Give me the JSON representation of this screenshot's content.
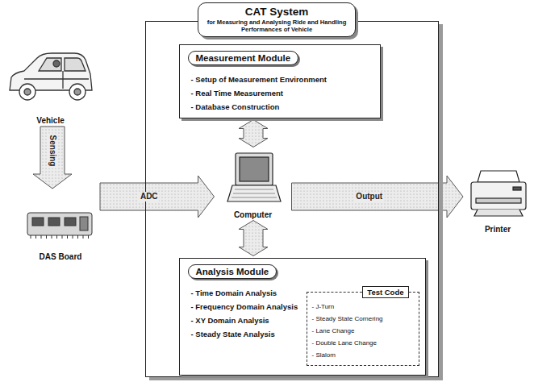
{
  "diagram": {
    "nodes": [
      {
        "text": [
          "CAT System",
          "for Measuring and Analysing Ride and Handling Performances of Vehicle"
        ]
      },
      {
        "text": [
          "Measurement Module",
          "- Setup of Measurement Environment",
          "- Real Time Measurement",
          "- Database Construction"
        ],
        "in": 0
      },
      {
        "text": [
          "Computer"
        ],
        "in": 0
      },
      {
        "text": [
          "Analysis Module",
          "- Time Domain Analysis",
          "- Frequency Domain Analysis",
          "- XY Domain Analysis",
          "- Steady State Analysis"
        ],
        "in": 0
      },
      {
        "text": [
          "Test Code",
          "- J-Turn",
          "- Steady State Cornering",
          "- Lane Change",
          "- Double Lane Change",
          "- Slalom"
        ],
        "in": 3
      },
      {
        "text": [
          "Vehicle"
        ]
      },
      {
        "text": [
          "DAS Board"
        ]
      },
      {
        "text": [
          "Printer"
        ]
      }
    ],
    "edges": [
      {
        "from": 5,
        "to": 6,
        "label": "Sensing",
        "arrow": "to"
      },
      {
        "from": 6,
        "to": 2,
        "label": "ADC",
        "arrow": "to"
      },
      {
        "from": 2,
        "to": 7,
        "label": "Output",
        "arrow": "to"
      },
      {
        "from": 1,
        "to": 2,
        "arrow": "both"
      },
      {
        "from": 2,
        "to": 3,
        "arrow": "both"
      }
    ]
  }
}
